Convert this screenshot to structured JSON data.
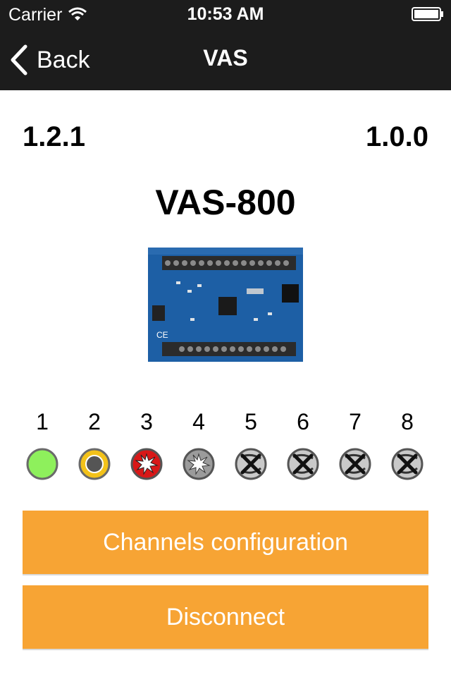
{
  "status_bar": {
    "carrier": "Carrier",
    "time": "10:53 AM"
  },
  "nav": {
    "back_label": "Back",
    "title": "VAS"
  },
  "versions": {
    "left": "1.2.1",
    "right": "1.0.0"
  },
  "device": {
    "name": "VAS-800"
  },
  "channels": [
    {
      "number": "1",
      "state": "green-ok"
    },
    {
      "number": "2",
      "state": "yellow-dot"
    },
    {
      "number": "3",
      "state": "red-burst"
    },
    {
      "number": "4",
      "state": "gray-burst"
    },
    {
      "number": "5",
      "state": "disabled"
    },
    {
      "number": "6",
      "state": "disabled"
    },
    {
      "number": "7",
      "state": "disabled"
    },
    {
      "number": "8",
      "state": "disabled"
    }
  ],
  "buttons": {
    "channels_config": "Channels configuration",
    "disconnect": "Disconnect"
  },
  "colors": {
    "bar": "#1c1c1c",
    "accent": "#f7a434"
  }
}
